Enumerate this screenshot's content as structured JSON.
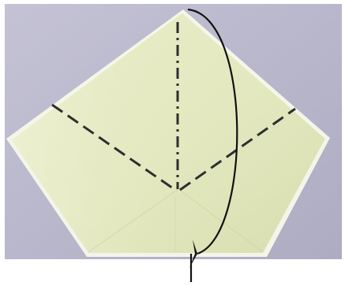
{
  "scene": {
    "subject": "origami-fold-step",
    "colors": {
      "background": "#b9b7cb",
      "background_light": "#c8c6d6",
      "background_dark": "#a9a7bc",
      "paper": "#e6ebc2",
      "paper_light": "#eef2d3",
      "paper_shadow": "#d4dbac",
      "paper_edge_white": "#f6f7ee",
      "crease_line": "#2e2e2e",
      "arrow": "#111111",
      "margin": "#ffffff"
    },
    "icons": {
      "mountain_fold_line": "dash-dot-line",
      "valley_fold_lines": "dashed-line",
      "fold_arrow": "curved-arrow-icon"
    }
  }
}
